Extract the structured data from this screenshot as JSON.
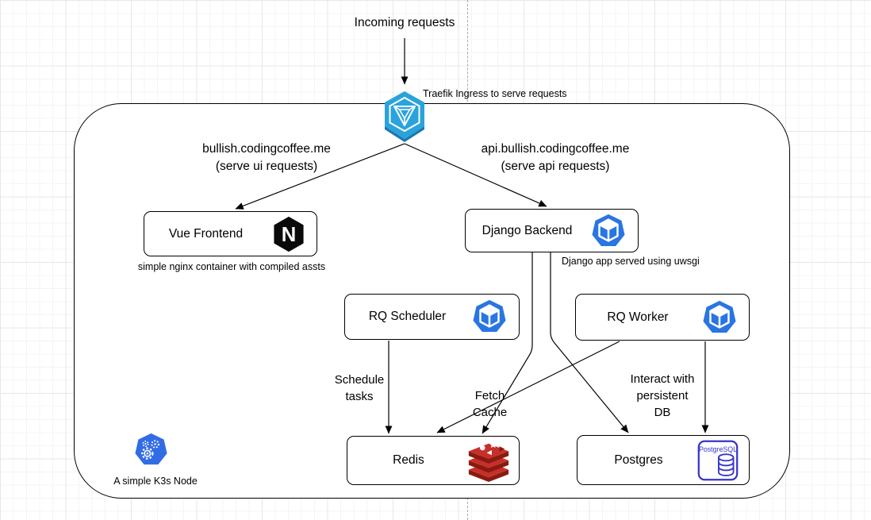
{
  "canvas": {
    "incoming_label": "Incoming requests",
    "traefik_note": "Traefik Ingress to serve requests",
    "k3s_note": "A simple K3s Node"
  },
  "routes": {
    "ui": [
      "bullish.codingcoffee.me",
      "(serve ui requests)"
    ],
    "api": [
      "api.bullish.codingcoffee.me",
      "(serve api requests)"
    ]
  },
  "nodes": {
    "vue_frontend": {
      "label": "Vue Frontend",
      "icon": "nginx-logo",
      "note": "simple nginx container with compiled assts"
    },
    "django_backend": {
      "label": "Django Backend",
      "icon": "container-cube",
      "note": "Django app served using uwsgi"
    },
    "rq_scheduler": {
      "label": "RQ Scheduler",
      "icon": "container-cube"
    },
    "rq_worker": {
      "label": "RQ Worker",
      "icon": "container-cube"
    },
    "redis": {
      "label": "Redis",
      "icon": "redis-logo"
    },
    "postgres": {
      "label": "Postgres",
      "icon": "postgresql-logo",
      "icon_text": "PostgreSQL"
    }
  },
  "edge_labels": {
    "schedule_tasks": [
      "Schedule",
      "tasks"
    ],
    "fetch_cache": [
      "Fetch",
      "Cache"
    ],
    "interact_db": [
      "Interact with",
      "persistent",
      "DB"
    ]
  },
  "colors": {
    "traefik_blue": "#2AA3DC",
    "traefik_dark": "#1B77B0",
    "container_blue": "#2975E2",
    "kubernetes_blue": "#326CE5",
    "nginx_black": "#0a0a0a",
    "redis_red": "#C6302B",
    "redis_dark": "#8a1a10",
    "postgres_blue": "#3734c9",
    "edge_black": "#000000"
  }
}
